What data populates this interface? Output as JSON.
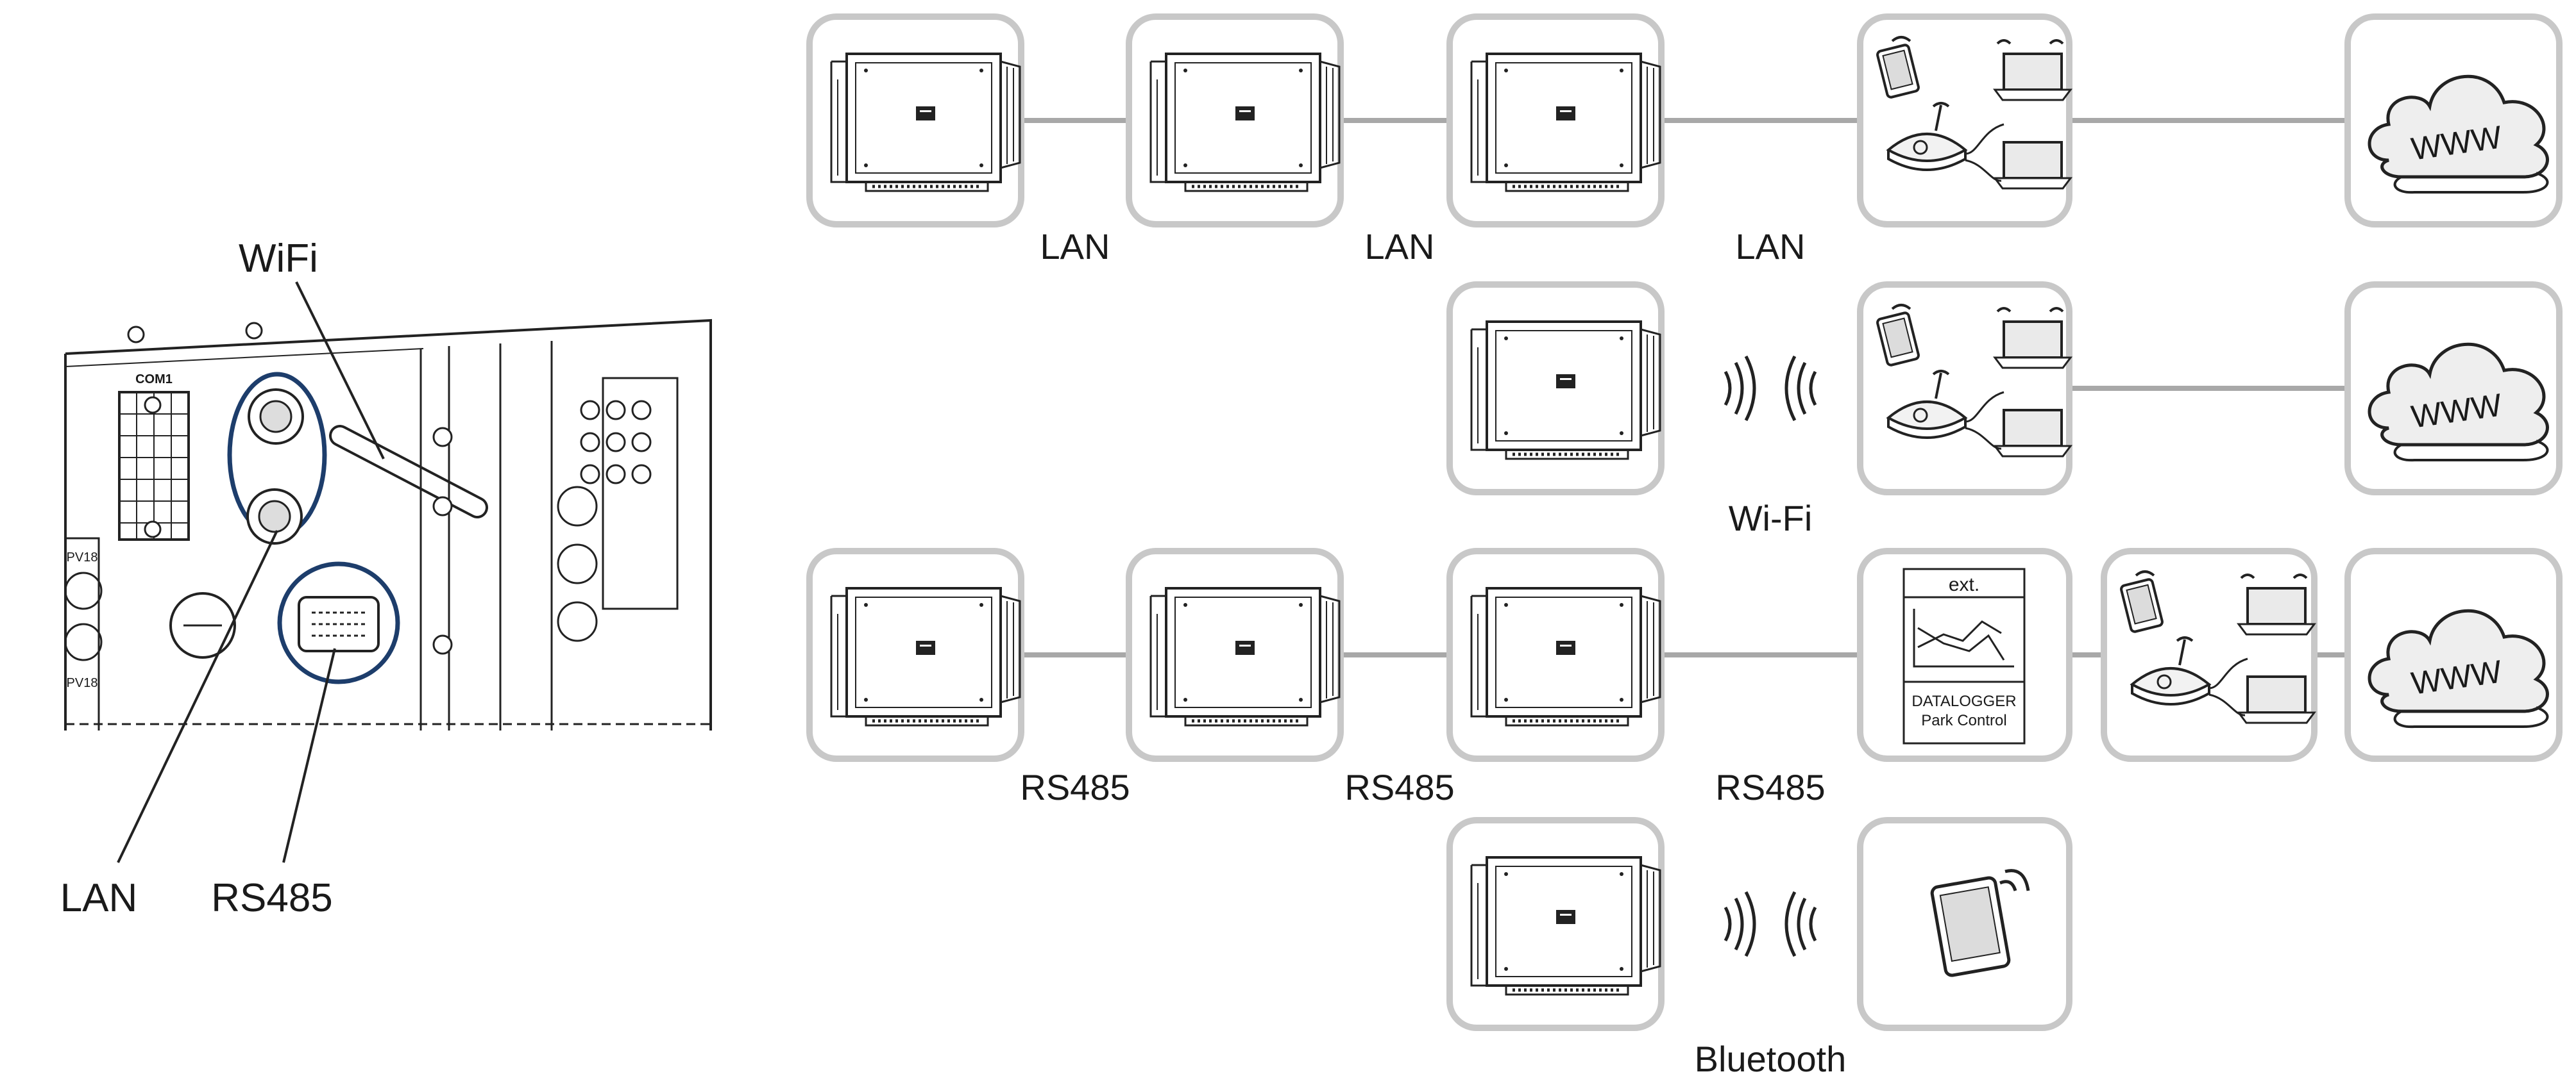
{
  "detail": {
    "com_label": "COM1",
    "pv_top": "PV18",
    "pv_bottom": "PV18",
    "callouts": {
      "wifi": "WiFi",
      "lan": "LAN",
      "rs485": "RS485"
    }
  },
  "rows": [
    {
      "id": "lan",
      "links": [
        "LAN",
        "LAN",
        "LAN"
      ]
    },
    {
      "id": "wifi",
      "link": "Wi-Fi"
    },
    {
      "id": "rs485",
      "links": [
        "RS485",
        "RS485",
        "RS485"
      ]
    },
    {
      "id": "bluetooth",
      "link": "Bluetooth"
    }
  ],
  "datalogger": {
    "tag": "ext.",
    "line1": "DATALOGGER",
    "line2": "Park Control"
  },
  "cloud_text": "WWW",
  "colors": {
    "frame": "#c8c8c8",
    "line": "#a8a8a8",
    "ink": "#1a1a1a",
    "accent": "#1d3d6b"
  }
}
